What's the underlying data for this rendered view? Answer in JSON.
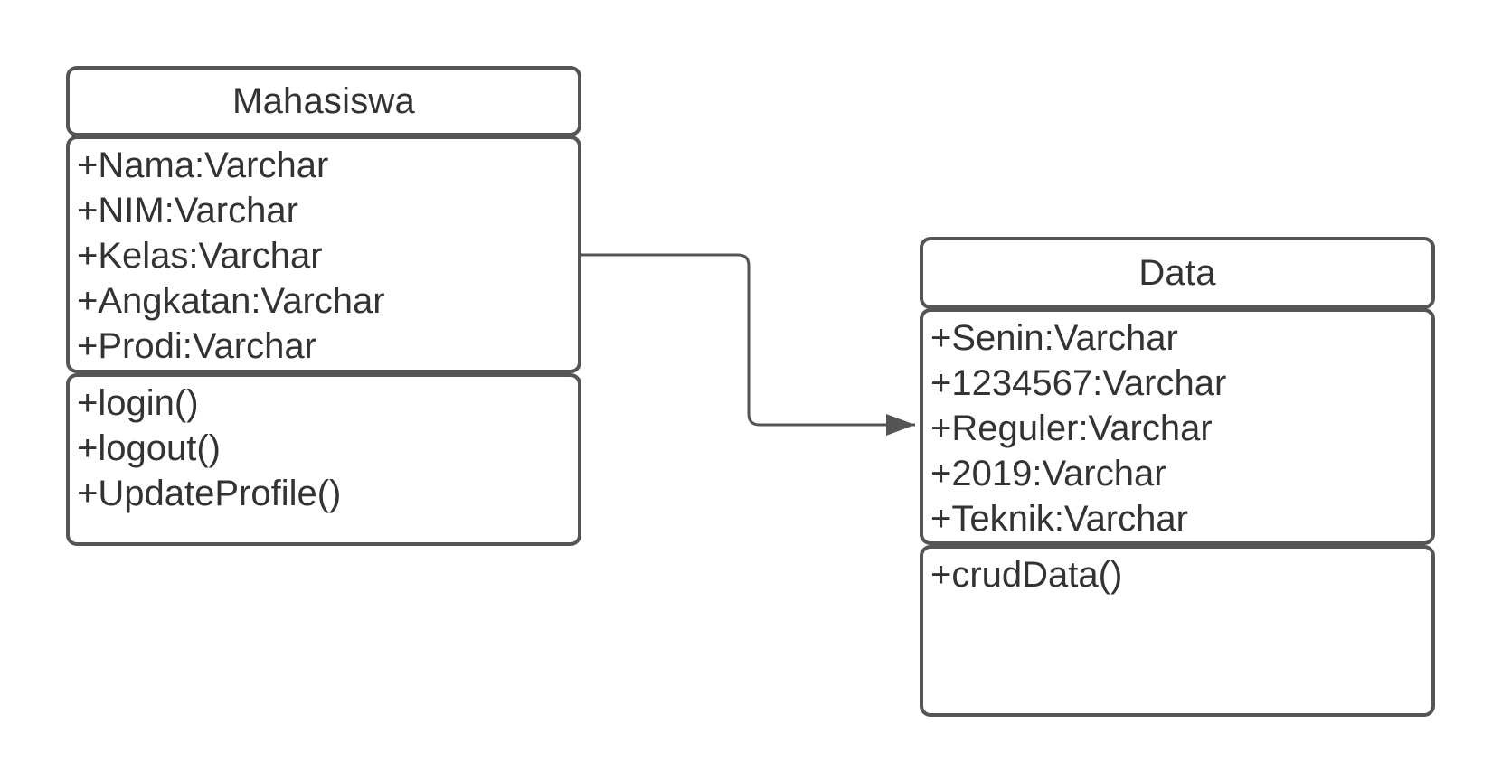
{
  "classes": {
    "mahasiswa": {
      "name": "Mahasiswa",
      "attributes": [
        "+Nama:Varchar",
        "+NIM:Varchar",
        "+Kelas:Varchar",
        "+Angkatan:Varchar",
        "+Prodi:Varchar"
      ],
      "methods": [
        "+login()",
        "+logout()",
        "+UpdateProfile()"
      ]
    },
    "data": {
      "name": "Data",
      "attributes": [
        "+Senin:Varchar",
        "+1234567:Varchar",
        "+Reguler:Varchar",
        "+2019:Varchar",
        "+Teknik:Varchar"
      ],
      "methods": [
        "+crudData()"
      ]
    }
  },
  "connector": {
    "from": "Mahasiswa",
    "to": "Data",
    "style": "directed-arrow",
    "color": "#555555"
  }
}
